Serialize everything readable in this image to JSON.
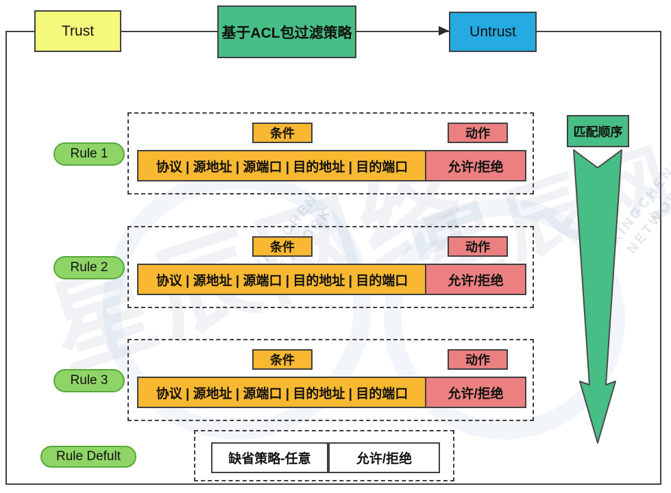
{
  "colors": {
    "trust_fill": "#F4F87B",
    "policy_fill": "#47BE85",
    "untrust_fill": "#25AAE1",
    "rule_pill_fill": "#8FD467",
    "rule_pill_border": "#56A839",
    "condition_fill": "#F9B831",
    "action_fill": "#EC8080",
    "arrow_fill": "#47BE85",
    "border_dark": "#3F3F41"
  },
  "top": {
    "trust_label": "Trust",
    "policy_label": "基于ACL包过滤策略",
    "untrust_label": "Untrust"
  },
  "rules": [
    {
      "name": "Rule 1",
      "condition_label": "条件",
      "action_label": "动作",
      "condition_value": "协议 | 源地址 | 源端口 | 目的地址 | 目的端口",
      "action_value": "允许/拒绝"
    },
    {
      "name": "Rule 2",
      "condition_label": "条件",
      "action_label": "动作",
      "condition_value": "协议 | 源地址 | 源端口 | 目的地址 | 目的端口",
      "action_value": "允许/拒绝"
    },
    {
      "name": "Rule 3",
      "condition_label": "条件",
      "action_label": "动作",
      "condition_value": "协议 | 源地址 | 源端口 | 目的地址 | 目的端口",
      "action_value": "允许/拒绝"
    }
  ],
  "default_rule": {
    "name": "Rule Defult",
    "condition_value": "缺省策略-任意",
    "action_value": "允许/拒绝"
  },
  "match_order_label": "匹配顺序",
  "watermark": {
    "cn": "星辰网络",
    "en": "XINGCHEN\nNETWORK"
  }
}
